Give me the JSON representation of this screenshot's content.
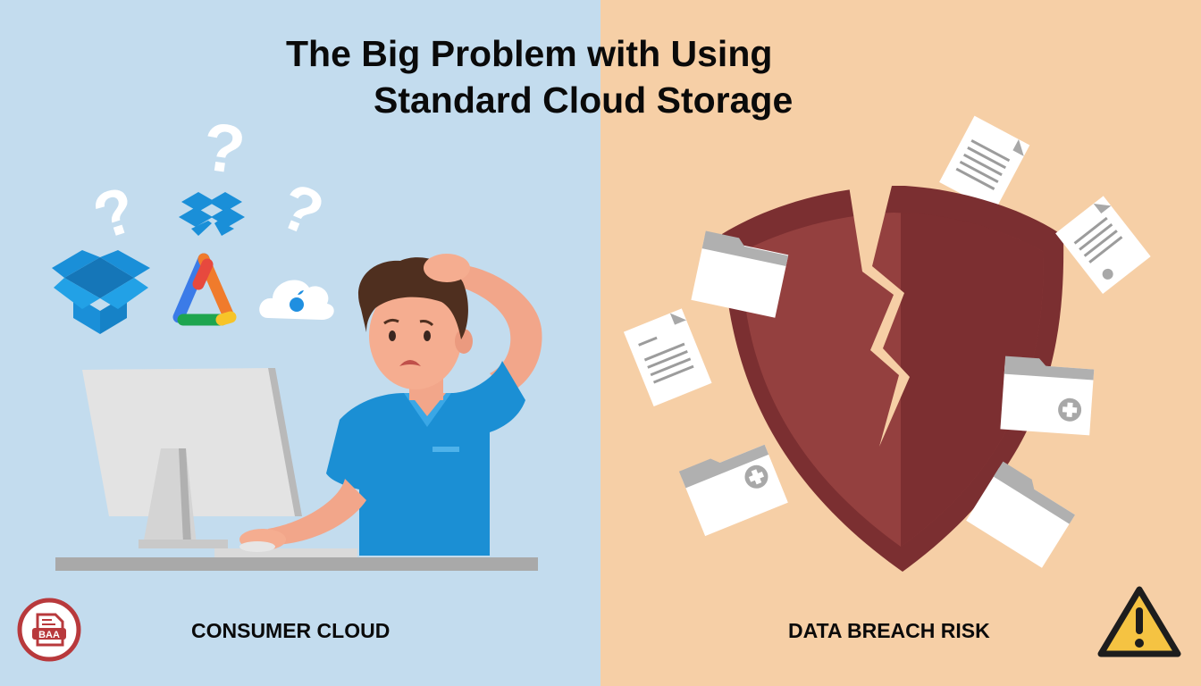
{
  "title": {
    "line1": "The Big Problem with Using",
    "line2": "Standard Cloud Storage"
  },
  "left_panel": {
    "caption": "CONSUMER CLOUD",
    "background": "#c3dcee",
    "icons": [
      "question-mark-icon",
      "question-mark-icon",
      "question-mark-icon",
      "dropbox-icon",
      "open-box-icon",
      "google-drive-icon",
      "icloud-icon"
    ],
    "badge": {
      "label": "BAA",
      "color": "#b8393c"
    }
  },
  "right_panel": {
    "caption": "DATA BREACH RISK",
    "background": "#f6cfa6",
    "shield_color": "#8a3434",
    "warning_color": "#f5c342"
  }
}
